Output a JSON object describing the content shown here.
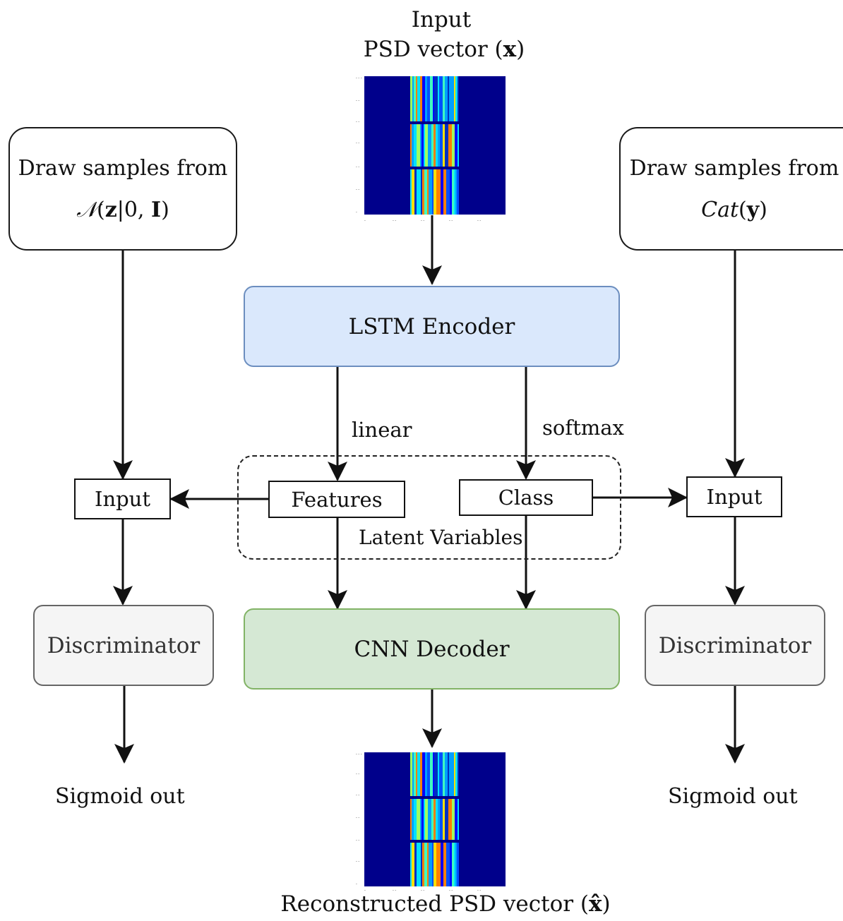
{
  "input_psd": {
    "title_line1": "Input",
    "title_line2": "PSD vector (",
    "title_var": "x",
    "title_end": ")"
  },
  "left_sampler": {
    "line1": "Draw samples from",
    "dist_symbol": "𝒩",
    "dist_open": "(",
    "dist_bold": "z",
    "dist_mid": "|0, ",
    "dist_bold2": "I",
    "dist_close": ")"
  },
  "right_sampler": {
    "line1": "Draw samples from",
    "dist_name": "Cat",
    "dist_open": "(",
    "dist_bold": "y",
    "dist_close": ")"
  },
  "encoder": {
    "label": "LSTM Encoder"
  },
  "edges": {
    "linear": "linear",
    "softmax": "softmax"
  },
  "latent": {
    "label": "Latent Variables",
    "features": "Features",
    "class": "Class"
  },
  "left_input": {
    "label": "Input"
  },
  "right_input": {
    "label": "Input"
  },
  "decoder": {
    "label": "CNN Decoder"
  },
  "left_discriminator": {
    "label": "Discriminator"
  },
  "right_discriminator": {
    "label": "Discriminator"
  },
  "left_output": {
    "label": "Sigmoid out"
  },
  "right_output": {
    "label": "Sigmoid out"
  },
  "output_psd": {
    "title": "Reconstructed PSD vector (",
    "title_var": "x̂",
    "title_end": ")"
  },
  "colors": {
    "encoder_fill": "#dae8fc",
    "encoder_border": "#6c8ebf",
    "decoder_fill": "#d5e8d4",
    "decoder_border": "#82b366",
    "disc_fill": "#f5f5f5",
    "heatmap_background": "#00008b"
  }
}
